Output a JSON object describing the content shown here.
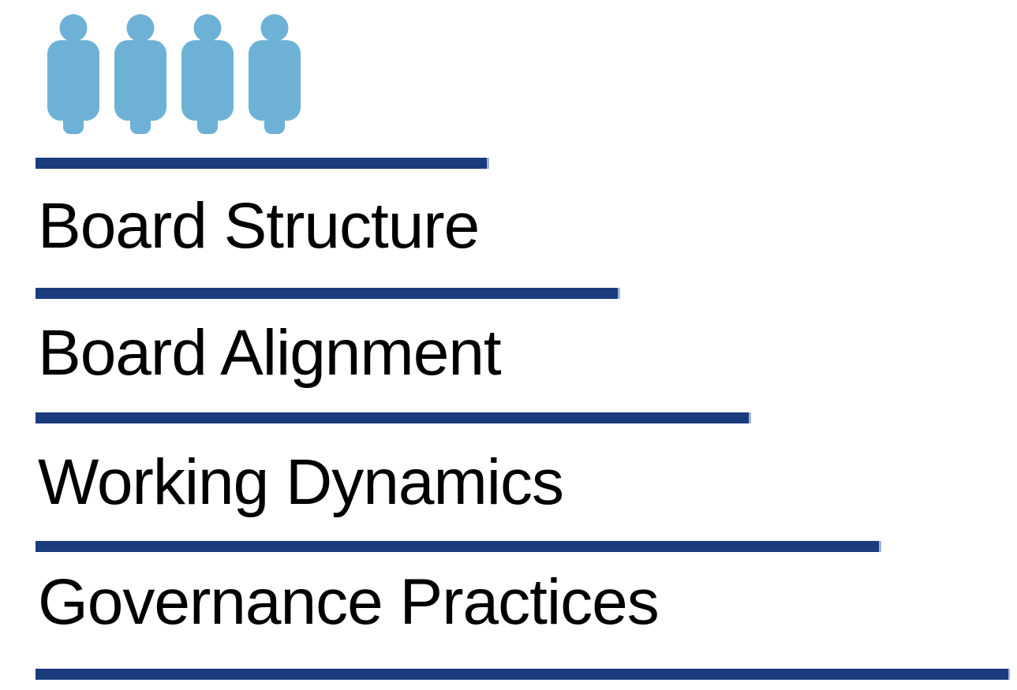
{
  "colors": {
    "bar_navy": "#1A3B7D",
    "bar_edge_light": "#9FB4D8",
    "icon_blue": "#6EB1D7",
    "text_black": "#000000",
    "background": "#FFFFFF"
  },
  "header": {
    "icon_group": "four-person-figures",
    "icon_count": 4
  },
  "items": [
    {
      "label": "Board Structure"
    },
    {
      "label": "Board Alignment"
    },
    {
      "label": "Working Dynamics"
    },
    {
      "label": "Governance Practices"
    }
  ]
}
